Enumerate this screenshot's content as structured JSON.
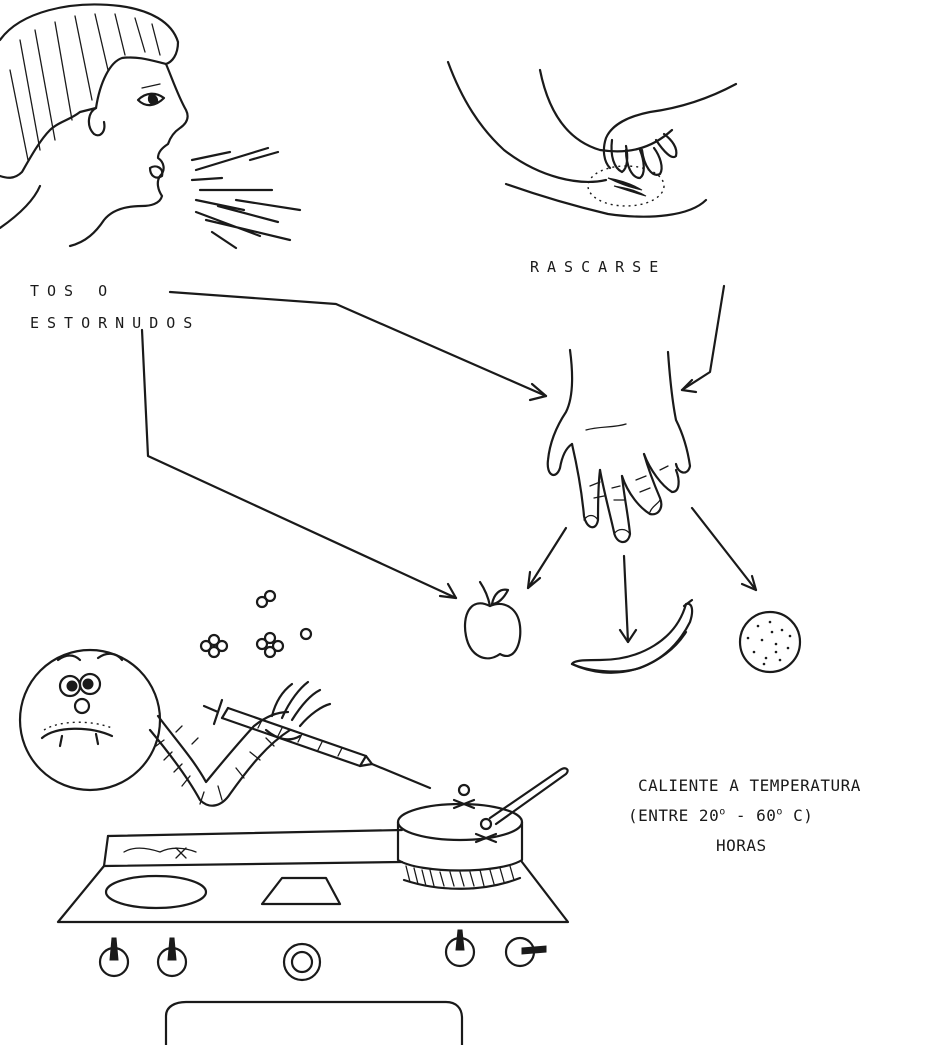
{
  "labels": {
    "cough_line1": "TOS O",
    "cough_line2": "ESTORNUDOS",
    "scratch": "RASCARSE",
    "heat_line1": "CALIENTE A TEMPERATURA",
    "heat_line2_prefix": "(ENTRE 20",
    "heat_line2_deg1": "o",
    "heat_line2_mid": " - 60",
    "heat_line2_deg2": "o",
    "heat_line2_suffix": " C)",
    "heat_line3": "HORAS"
  },
  "ink_color": "#1a1a1a",
  "background": "#ffffff"
}
